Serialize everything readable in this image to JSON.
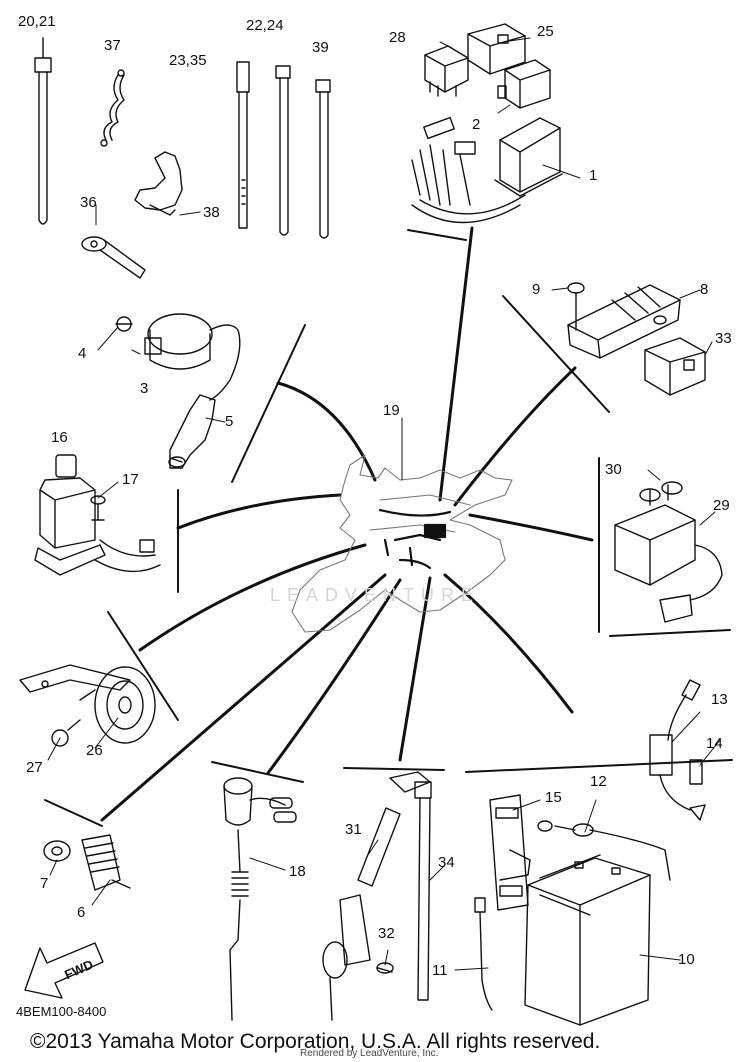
{
  "diagram": {
    "callouts": {
      "c1": "1",
      "c2": "2",
      "c3": "3",
      "c4": "4",
      "c5": "5",
      "c6": "6",
      "c7": "7",
      "c8": "8",
      "c9": "9",
      "c10": "10",
      "c11": "11",
      "c12": "12",
      "c13": "13",
      "c14": "14",
      "c15": "15",
      "c16": "16",
      "c17": "17",
      "c18": "18",
      "c19": "19",
      "c20_21": "20,21",
      "c22_24": "22,24",
      "c23_35": "23,35",
      "c25": "25",
      "c26": "26",
      "c27": "27",
      "c28": "28",
      "c29": "29",
      "c30": "30",
      "c31": "31",
      "c32": "32",
      "c33": "33",
      "c34": "34",
      "c36": "36",
      "c37": "37",
      "c38": "38",
      "c39": "39"
    },
    "fwd_label": "FWD",
    "watermark": "LEADVENTURE",
    "part_code": "4BEM100-8400"
  },
  "footer": {
    "copyright": "©2013 Yamaha Motor Corporation, U.S.A. All rights reserved.",
    "rendered_by": "Rendered by LeadVenture, Inc."
  }
}
